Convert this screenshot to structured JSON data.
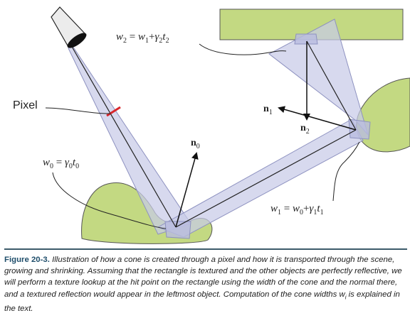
{
  "labels": {
    "w2_eq": {
      "lhs": "w",
      "lhs_sub": "2",
      "rhs1": "w",
      "rhs1_sub": "1",
      "op": "+",
      "gamma": "γ",
      "gamma_sub": "2",
      "t": "t",
      "t_sub": "2"
    },
    "w1_eq": {
      "lhs": "w",
      "lhs_sub": "1",
      "rhs1": "w",
      "rhs1_sub": "0",
      "op": "+",
      "gamma": "γ",
      "gamma_sub": "1",
      "t": "t",
      "t_sub": "1"
    },
    "w0_eq": {
      "lhs": "w",
      "lhs_sub": "0",
      "gamma": "γ",
      "gamma_sub": "0",
      "t": "t",
      "t_sub": "0"
    },
    "pixel": "Pixel",
    "n0": {
      "n": "n",
      "sub": "0"
    },
    "n1": {
      "n": "n",
      "sub": "1"
    },
    "n2": {
      "n": "n",
      "sub": "2"
    }
  },
  "caption": {
    "label": "Figure 20-3.",
    "text": "Illustration of how a cone is created through a pixel and how it is transported through the scene, growing and shrinking. Assuming that the rectangle is textured and the other objects are perfectly reflective, we will perform a texture lookup at the hit point on the rectangle using the width of the cone and the normal there, and a textured reflection would appear in the leftmost object. Computation of the cone widths ",
    "wi": "w",
    "wi_sub": "i",
    "text_end": " is explained in the text."
  },
  "colors": {
    "object_fill": "#c3d982",
    "cone_fill": "#c8cbe8",
    "cone_stroke": "#8e92c0",
    "pixel_mark": "#d9262b",
    "caption_rule": "#3c5a6a",
    "caption_label": "#1f4e6b"
  },
  "icons": [
    "camera-icon"
  ]
}
